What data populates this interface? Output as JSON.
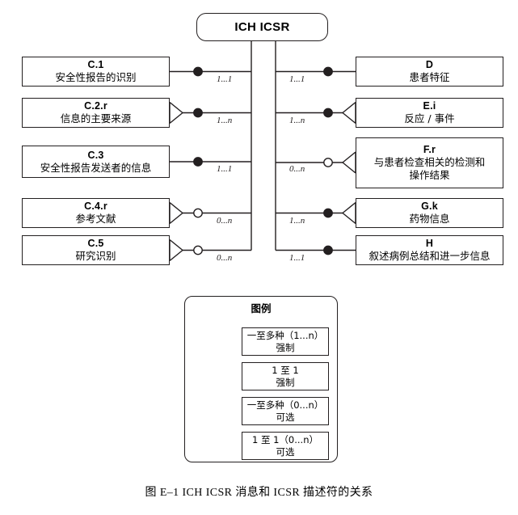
{
  "figure": {
    "root_label": "ICH ICSR",
    "caption": "图 E–1   ICH ICSR 消息和 ICSR 描述符的关系",
    "line_color": "#231f20",
    "background": "#ffffff"
  },
  "left_entities": [
    {
      "code": "C.1",
      "name": "安全性报告的识别",
      "multiplicity": "1...1",
      "marker": "filled",
      "crowsfoot": false
    },
    {
      "code": "C.2.r",
      "name": "信息的主要来源",
      "multiplicity": "1...n",
      "marker": "filled",
      "crowsfoot": true
    },
    {
      "code": "C.3",
      "name": "安全性报告发送者的信息",
      "multiplicity": "1...1",
      "marker": "filled",
      "crowsfoot": false
    },
    {
      "code": "C.4.r",
      "name": "参考文献",
      "multiplicity": "0...n",
      "marker": "open",
      "crowsfoot": true
    },
    {
      "code": "C.5",
      "name": "研究识别",
      "multiplicity": "0...n",
      "marker": "open",
      "crowsfoot": true
    }
  ],
  "right_entities": [
    {
      "code": "D",
      "name": "患者特征",
      "name2": "",
      "multiplicity": "1...1",
      "marker": "filled",
      "crowsfoot": false
    },
    {
      "code": "E.i",
      "name": "反应 / 事件",
      "name2": "",
      "multiplicity": "1...n",
      "marker": "filled",
      "crowsfoot": true
    },
    {
      "code": "F.r",
      "name": "与患者检查相关的检测和",
      "name2": "操作结果",
      "multiplicity": "0...n",
      "marker": "open",
      "crowsfoot": true
    },
    {
      "code": "G.k",
      "name": "药物信息",
      "name2": "",
      "multiplicity": "1...n",
      "marker": "filled",
      "crowsfoot": true
    },
    {
      "code": "H",
      "name": "叙述病例总结和进一步信息",
      "name2": "",
      "multiplicity": "1...1",
      "marker": "filled",
      "crowsfoot": false
    }
  ],
  "legend": {
    "title": "图例",
    "items": [
      {
        "line1": "一至多种（1...n）",
        "line2": "强制",
        "marker": "filled",
        "crowsfoot": true
      },
      {
        "line1": "1 至 1",
        "line2": "强制",
        "marker": "filled",
        "crowsfoot": false
      },
      {
        "line1": "一至多种（0...n）",
        "line2": "可选",
        "marker": "open",
        "crowsfoot": true
      },
      {
        "line1": "1 至 1（0...n）",
        "line2": "可选",
        "marker": "open",
        "crowsfoot": false
      }
    ]
  }
}
